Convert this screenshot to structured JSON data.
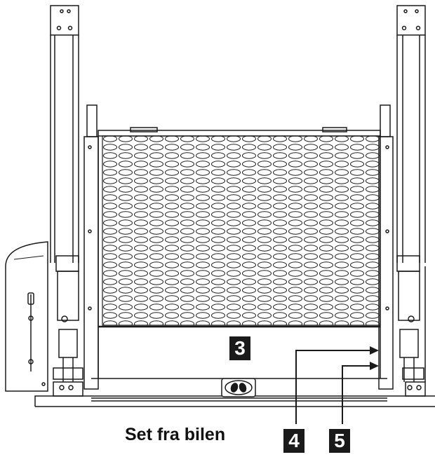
{
  "caption": "Set fra bilen",
  "callouts": [
    {
      "id": "3",
      "label": "3"
    },
    {
      "id": "4",
      "label": "4"
    },
    {
      "id": "5",
      "label": "5"
    }
  ],
  "colors": {
    "line": "#1a1a1a",
    "callout_bg": "#1a1a1a",
    "callout_text": "#ffffff",
    "background": "#ffffff"
  },
  "icons": {
    "platform_logo": "footprints-logo-icon"
  }
}
